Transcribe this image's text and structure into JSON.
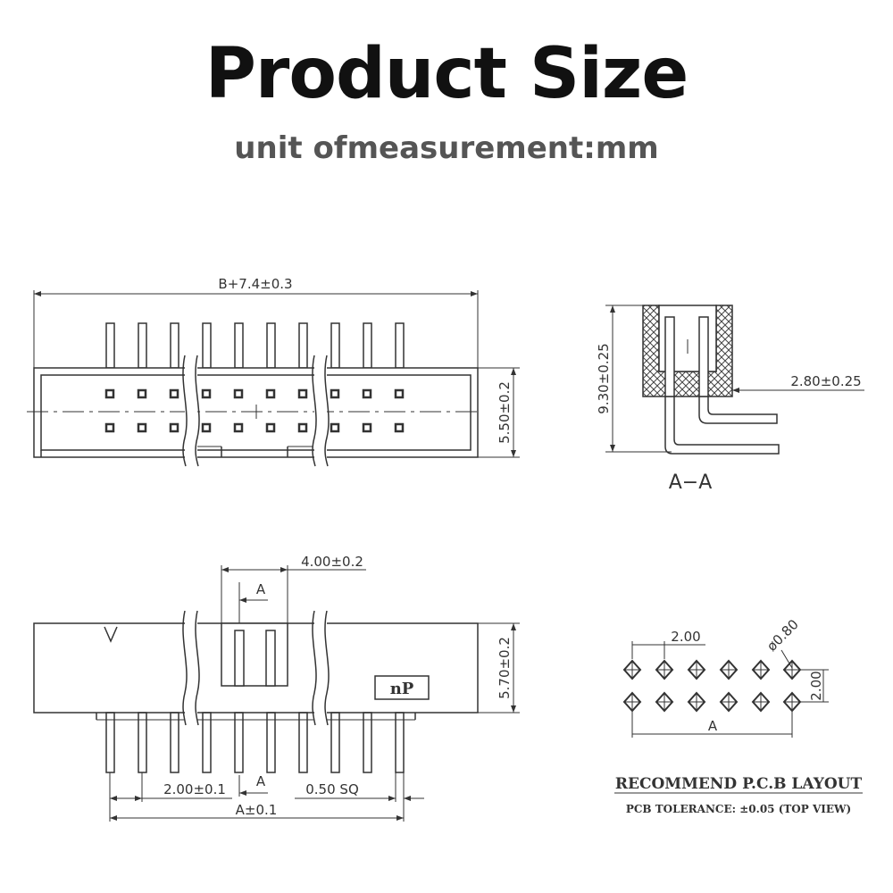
{
  "title": "Product Size",
  "subtitle": "unit ofmeasurement:mm",
  "top_view": {
    "overall_length": "B+7.4±0.3",
    "height": "5.50±0.2"
  },
  "section_view": {
    "height": "9.30±0.25",
    "offset": "2.80±0.25",
    "label": "A−A"
  },
  "front_view": {
    "key_width": "4.00±0.2",
    "section_marker_top": "A",
    "section_marker_bottom": "A",
    "height": "5.70±0.2",
    "marking": "nP",
    "pitch": "2.00±0.1",
    "pin_size": "0.50 SQ",
    "total_span": "A±0.1"
  },
  "pcb_layout": {
    "pitch_x": "2.00",
    "hole_dia": "ø0.80",
    "pitch_y": "2.00",
    "span": "A",
    "title": "RECOMMEND P.C.B LAYOUT",
    "tolerance": "PCB TOLERANCE: ±0.05 (TOP VIEW)"
  }
}
